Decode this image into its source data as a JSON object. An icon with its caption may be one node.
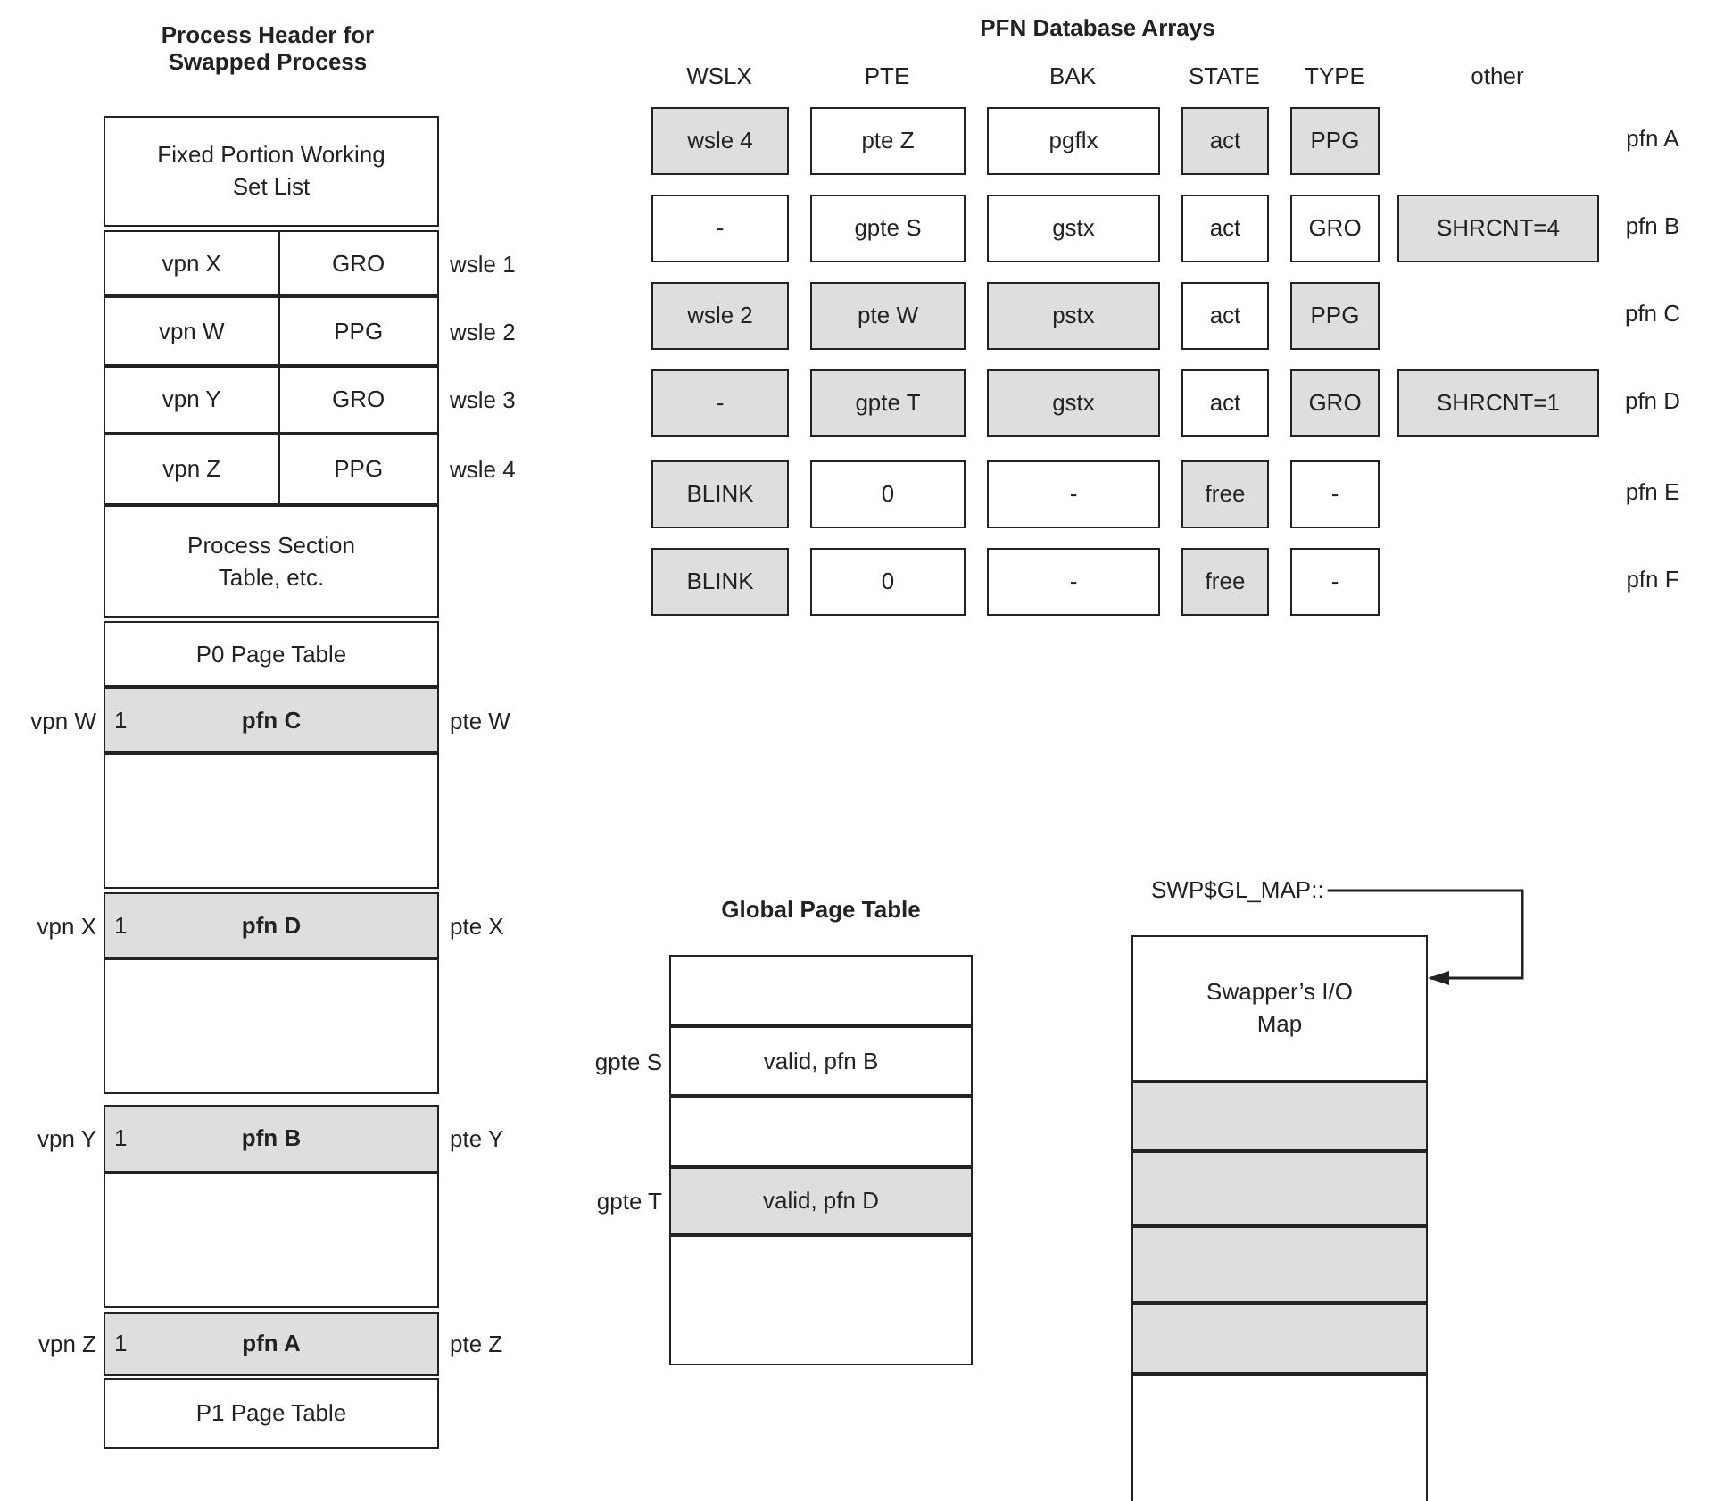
{
  "diagram": {
    "nodes": [
      {
        "text": [
          "Fixed Portion Working Set List"
        ]
      },
      {
        "text": [
          "vpn X",
          "GRO"
        ],
        "beside": [
          "wsle 1"
        ]
      },
      {
        "text": [
          "vpn W",
          "PPG"
        ],
        "beside": [
          "wsle 2"
        ]
      },
      {
        "text": [
          "vpn Y",
          "GRO"
        ],
        "beside": [
          "wsle 3"
        ]
      },
      {
        "text": [
          "vpn Z",
          "PPG"
        ],
        "beside": [
          "wsle 4"
        ]
      },
      {
        "text": [
          "Process Section Table, etc."
        ]
      },
      {
        "text": [
          "P0 Page Table"
        ]
      },
      {
        "text": [
          "1",
          "pfn C"
        ],
        "beside": [
          "vpn W",
          "pte W"
        ]
      },
      {
        "text": [],
        "shape": "box"
      },
      {
        "text": [
          "1",
          "pfn D"
        ],
        "beside": [
          "vpn X",
          "pte X"
        ]
      },
      {
        "text": [],
        "shape": "box"
      },
      {
        "text": [
          "1",
          "pfn B"
        ],
        "beside": [
          "vpn Y",
          "pte Y"
        ]
      },
      {
        "text": [],
        "shape": "box"
      },
      {
        "text": [
          "1",
          "pfn A"
        ],
        "beside": [
          "vpn Z",
          "pte Z"
        ]
      },
      {
        "text": [
          "P1 Page Table"
        ]
      },
      {
        "text": [
          "wsle 4"
        ]
      },
      {
        "text": [
          "pte Z"
        ]
      },
      {
        "text": [
          "pgflx"
        ]
      },
      {
        "text": [
          "act"
        ]
      },
      {
        "text": [
          "PPG"
        ]
      },
      {
        "text": [
          "-"
        ]
      },
      {
        "text": [
          "gpte S"
        ]
      },
      {
        "text": [
          "gstx"
        ]
      },
      {
        "text": [
          "act"
        ]
      },
      {
        "text": [
          "GRO"
        ]
      },
      {
        "text": [
          "SHRCNT=4"
        ]
      },
      {
        "text": [
          "wsle 2"
        ]
      },
      {
        "text": [
          "pte W"
        ]
      },
      {
        "text": [
          "pstx"
        ]
      },
      {
        "text": [
          "act"
        ]
      },
      {
        "text": [
          "PPG"
        ]
      },
      {
        "text": [
          "-"
        ]
      },
      {
        "text": [
          "gpte T"
        ]
      },
      {
        "text": [
          "gstx"
        ]
      },
      {
        "text": [
          "act"
        ]
      },
      {
        "text": [
          "GRO"
        ]
      },
      {
        "text": [
          "SHRCNT=1"
        ]
      },
      {
        "text": [
          "BLINK"
        ]
      },
      {
        "text": [
          "0"
        ]
      },
      {
        "text": [
          "-"
        ]
      },
      {
        "text": [
          "free"
        ]
      },
      {
        "text": [
          "-"
        ]
      },
      {
        "text": [
          "BLINK"
        ]
      },
      {
        "text": [
          "0"
        ]
      },
      {
        "text": [
          "-"
        ]
      },
      {
        "text": [
          "free"
        ]
      },
      {
        "text": [
          "-"
        ]
      },
      {
        "text": [],
        "shape": "box"
      },
      {
        "text": [
          "valid, pfn B"
        ],
        "beside": [
          "gpte S"
        ]
      },
      {
        "text": [],
        "shape": "box"
      },
      {
        "text": [
          "valid, pfn D"
        ],
        "beside": [
          "gpte T"
        ]
      },
      {
        "text": [],
        "shape": "box"
      },
      {
        "text": [
          "SWP$GL_MAP::"
        ]
      },
      {
        "text": [
          "Swapper’s I/O Map"
        ]
      },
      {
        "text": [],
        "shape": "box"
      },
      {
        "text": [],
        "shape": "box"
      },
      {
        "text": [],
        "shape": "box"
      },
      {
        "text": [],
        "shape": "box"
      },
      {
        "text": [],
        "shape": "box"
      }
    ],
    "edges": [
      {
        "from": 52,
        "to": 53,
        "arrow": "to"
      }
    ],
    "labels": [
      "Process Header for Swapped Process",
      "PFN Database Arrays",
      "WSLX",
      "PTE",
      "BAK",
      "STATE",
      "TYPE",
      "other",
      "pfn A",
      "pfn B",
      "pfn C",
      "pfn D",
      "pfn E",
      "pfn F",
      "Global Page Table"
    ]
  }
}
